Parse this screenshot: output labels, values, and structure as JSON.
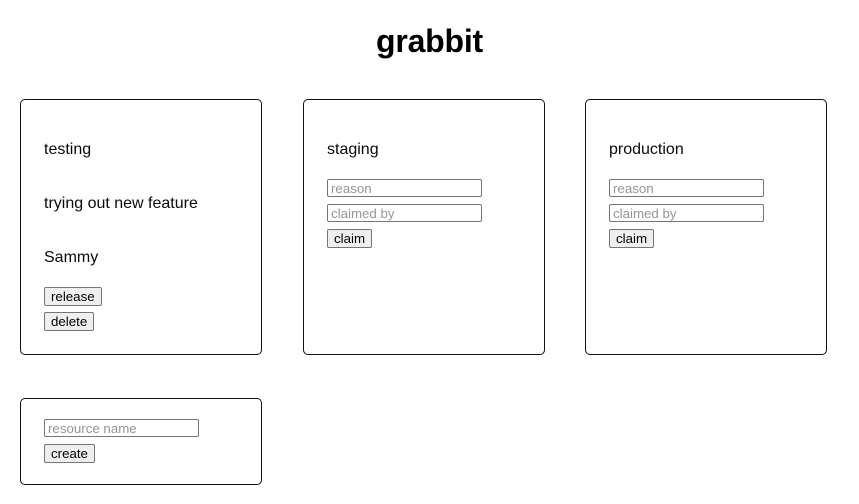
{
  "app": {
    "title": "grabbit",
    "background_color": "#ffffff",
    "text_color": "#0a0a0a",
    "button_background": "#efefef",
    "button_border": "#767676",
    "card_border": "#121212",
    "placeholder_color": "#959595"
  },
  "resources": [
    {
      "name": "testing",
      "state": "claimed",
      "reason": "trying out new feature",
      "claimed_by": "Sammy",
      "release_label": "release",
      "delete_label": "delete"
    },
    {
      "name": "staging",
      "state": "available",
      "reason_placeholder": "reason",
      "claimed_by_placeholder": "claimed by",
      "reason_value": "",
      "claimed_by_value": "",
      "claim_label": "claim"
    },
    {
      "name": "production",
      "state": "available",
      "reason_placeholder": "reason",
      "claimed_by_placeholder": "claimed by",
      "reason_value": "",
      "claimed_by_value": "",
      "claim_label": "claim"
    }
  ],
  "create_form": {
    "resource_name_placeholder": "resource name",
    "resource_name_value": "",
    "create_label": "create"
  }
}
